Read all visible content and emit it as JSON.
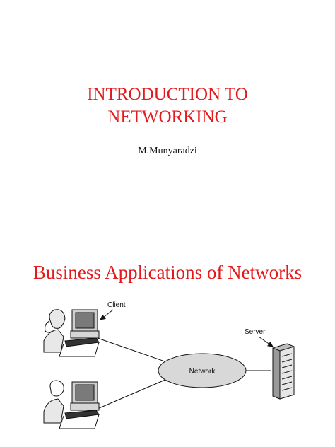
{
  "slide1": {
    "title_line1": "INTRODUCTION TO",
    "title_line2": "NETWORKING",
    "author": "M.Munyaradzi"
  },
  "slide2": {
    "title": "Business Applications of Networks",
    "diagram": {
      "client_label": "Client",
      "server_label": "Server",
      "network_label": "Network"
    }
  },
  "colors": {
    "title_red": "#e3191b",
    "ink": "#111111"
  }
}
